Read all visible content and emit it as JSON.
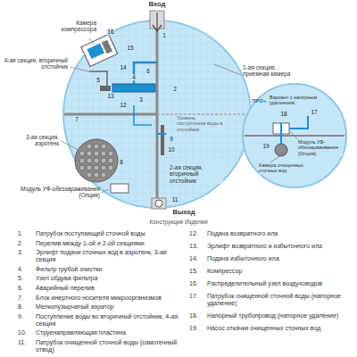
{
  "diagram": {
    "caption": "Конструкция Изделия",
    "labels": [
      "Вход",
      "Выход",
      "Камера компрессора",
      "4-ая секция, вторичный отстойник",
      "3-ая секция, аэротенк",
      "Модуль УФ-обеззараживания (Опция)",
      "1-ая секция, приемная камера",
      "2-ая секция, вторичный отстойник",
      "Уровень поступления воды в отстойник",
      "ПРО+",
      "Вариант с напорным удалением",
      "Модуль УФ-обеззараживания (Опция)",
      "Камера очищенных сточных вод",
      "1",
      "2",
      "3",
      "4",
      "5",
      "6",
      "7",
      "8",
      "9",
      "10",
      "11",
      "12",
      "13",
      "14",
      "15",
      "16",
      "17",
      "18",
      "19",
      "1.",
      "Патрубок поступающей сточной воды",
      "2.",
      "Перелив между 1-ой и 2-ой секциями",
      "3.",
      "Эрлифт подачи сточных вод в аэротенк, 3-ая секция",
      "4.",
      "Фильтр грубой очистки",
      "5.",
      "Узел обдува фильтра",
      "6.",
      "Аварийный перелив",
      "7.",
      "Блок инертного носителя микроорганизмов",
      "8.",
      "Мелкопузырчатый аэратор",
      "9.",
      "Поступление воды во вторичный отстойник, 4-ая секция",
      "10.",
      "Струенаправляющая пластина",
      "11.",
      "Патрубок очищенной сточной воды (самотечный отвод)",
      "12.",
      "Подача возвратного ила",
      "13.",
      "Эрлифт возвратного и избыточного ила",
      "14.",
      "Подача избыточного ила",
      "15.",
      "Компрессор",
      "16.",
      "Распределительный узел воздуховодов",
      "17.",
      "Патрубок очищенной сточной воды (напорное удаление)",
      "18.",
      "Напорный трубопровод (напорное удаление)",
      "19.",
      "Насос откачки очищенных сточных вод"
    ]
  }
}
